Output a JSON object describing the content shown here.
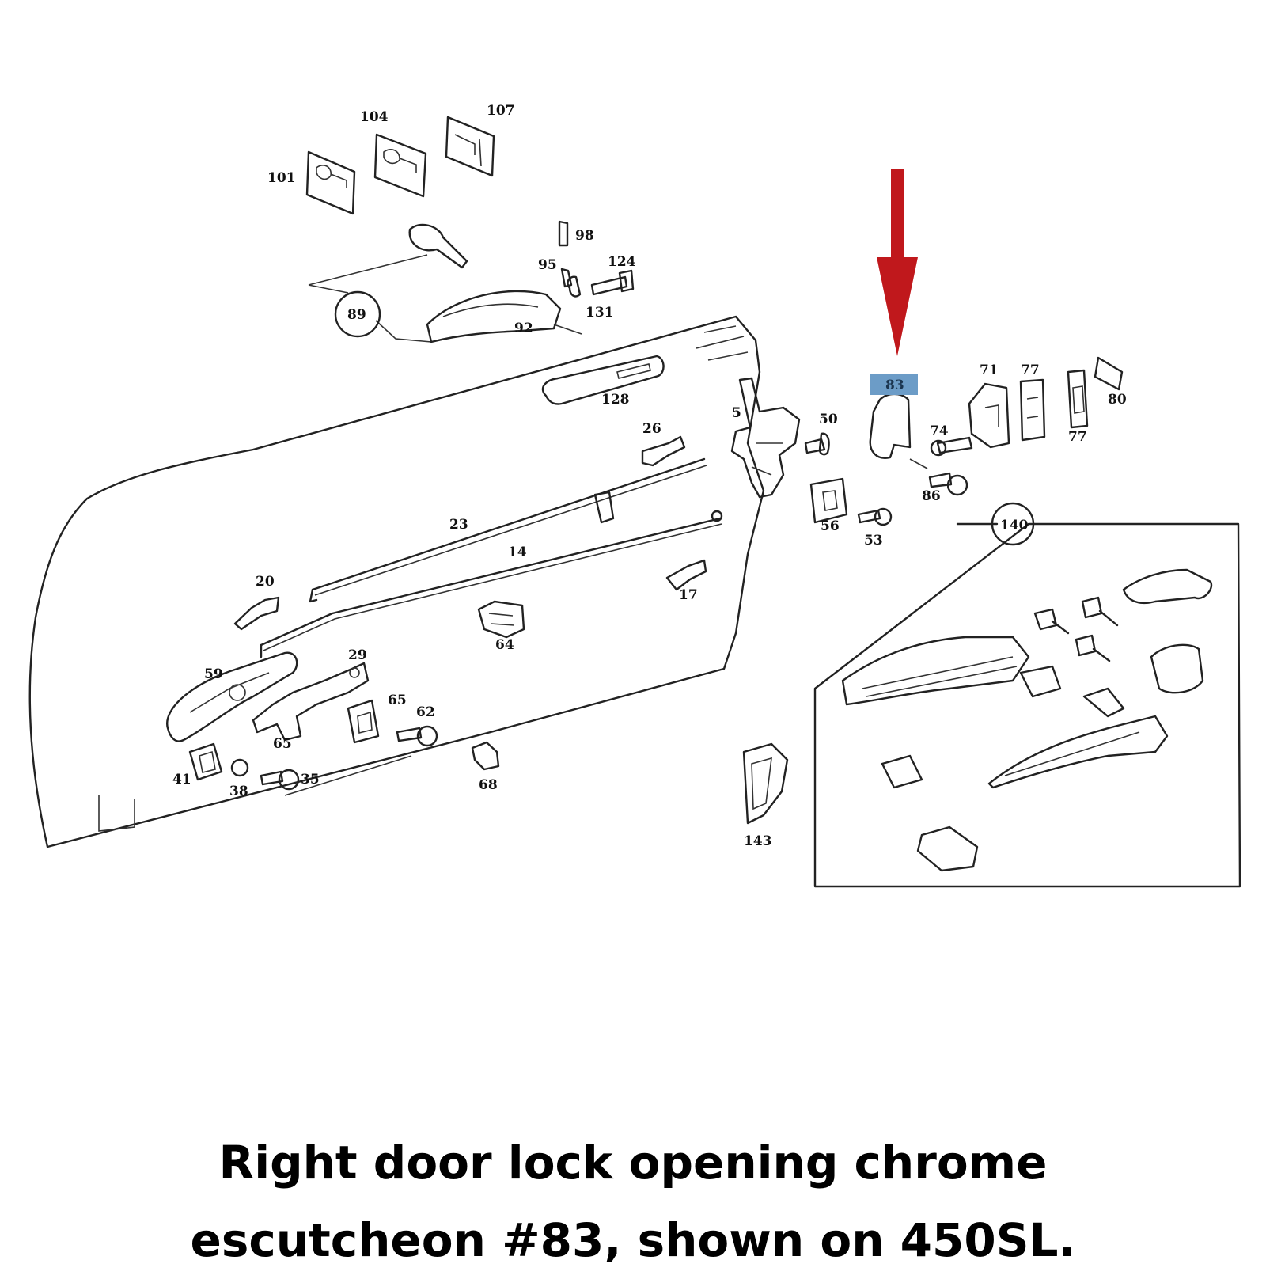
{
  "caption": {
    "line1": "Right door lock opening chrome",
    "line2": "escutcheon #83, shown on 450SL."
  },
  "diagram": {
    "highlight_color": "#6c9cc7",
    "arrow_color": "#c0181c",
    "highlighted_part": "83",
    "callouts": {
      "c101": "101",
      "c104": "104",
      "c107": "107",
      "c89": "89",
      "c98": "98",
      "c95": "95",
      "c124": "124",
      "c131": "131",
      "c92": "92",
      "c128": "128",
      "c5": "5",
      "c50": "50",
      "c83": "83",
      "c71": "71",
      "c77a": "77",
      "c77b": "77",
      "c80": "80",
      "c74": "74",
      "c86": "86",
      "c26": "26",
      "c23": "23",
      "c56": "56",
      "c53": "53",
      "c14": "14",
      "c17": "17",
      "c20": "20",
      "c64": "64",
      "c140": "140",
      "c59": "59",
      "c29": "29",
      "c65a": "65",
      "c62": "62",
      "c65b": "65",
      "c41": "41",
      "c38": "38",
      "c35": "35",
      "c68": "68",
      "c143": "143"
    }
  }
}
